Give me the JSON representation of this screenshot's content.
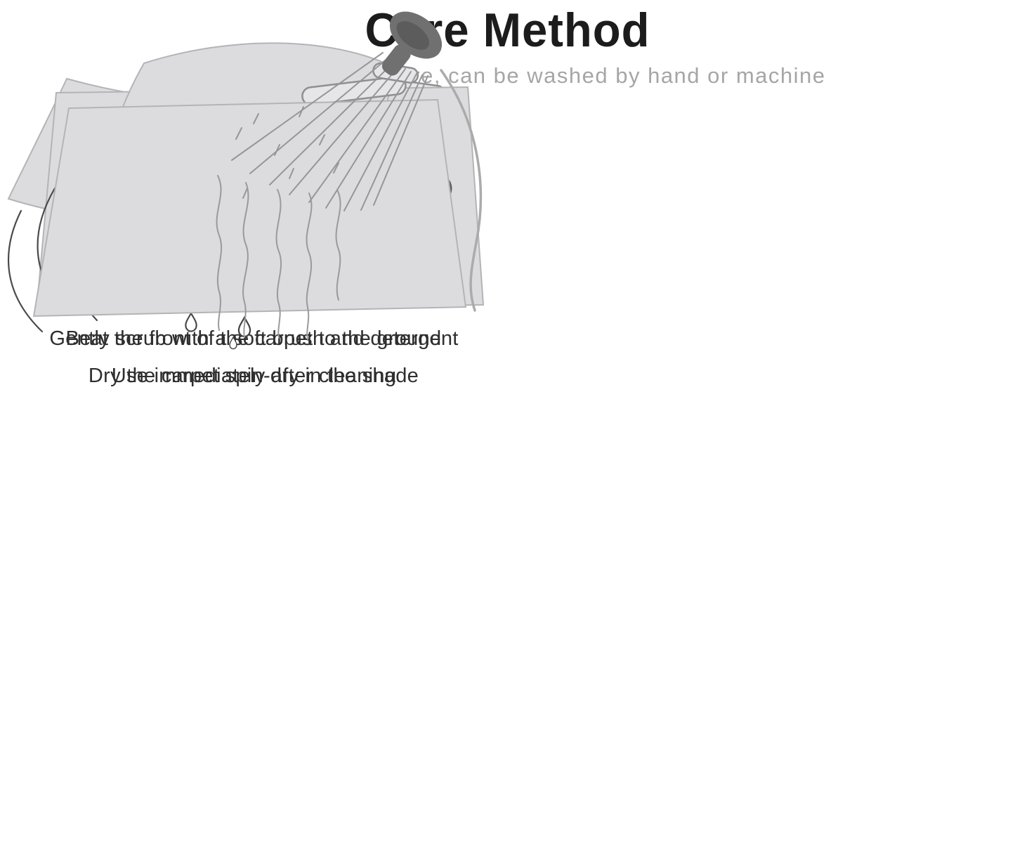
{
  "header": {
    "title": "Care Method",
    "subtitle": "Easy to clean and care, can be washed by hand or machine"
  },
  "panels": [
    {
      "id": "beat-carpet",
      "illustration": "carpet-beaten-with-sticks",
      "caption": "Beat the front of the carpet to the ground"
    },
    {
      "id": "scrub-carpet",
      "illustration": "soft-brush-scrubbing-carpet-with-foam",
      "caption": "Gently scrub with a soft brush and detergent"
    },
    {
      "id": "dry-carpet",
      "illustration": "rolled-carpet-spin-drying-with-water-drops",
      "caption": "Dry the carpet spin-dry in the shade"
    },
    {
      "id": "rinse-carpet",
      "illustration": "shower-head-rinsing-carpet",
      "caption": "Use immediately after cleaning"
    }
  ],
  "palette": {
    "title_color": "#1c1c1c",
    "subtitle_color": "#a6a6a6",
    "caption_color": "#2f2f2f",
    "carpet_fill": "#dcdcdf",
    "carpet_stroke": "#b4b4b8",
    "brush_handle": "#5e5755",
    "bristles": "#d9c2a5",
    "roll_end": "#9d999d",
    "shower_head": "#707070",
    "line_color": "#4a4a4a",
    "background": "#ffffff"
  }
}
